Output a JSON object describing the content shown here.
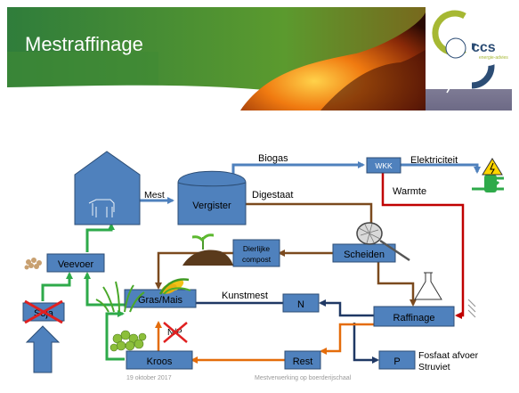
{
  "slide": {
    "title": "Mestraffinage",
    "subtitle": "Cornelissen Consulting Services",
    "logo": {
      "text": "ccs",
      "tagline": "energie-advies"
    },
    "footer": {
      "date": "19 oktober 2017",
      "caption": "Mestverwerking op boerderijschaal"
    }
  },
  "diagram": {
    "nodes": {
      "wkk": "WKK",
      "vergister": "Vergister",
      "scheiden": "Scheiden",
      "dierlijke_compost_1": "Dierlijke",
      "dierlijke_compost_2": "compost",
      "veevoer": "Veevoer",
      "soja": "Soja",
      "gras_mais": "Gras/Mais",
      "n": "N",
      "raffinage": "Raffinage",
      "kroos": "Kroos",
      "rest": "Rest",
      "p": "P"
    },
    "edge_labels": {
      "biogas": "Biogas",
      "elektriciteit": "Elektriciteit",
      "warmte": "Warmte",
      "mest": "Mest",
      "digestaat": "Digestaat",
      "kunstmest": "Kunstmest",
      "np": "N/P",
      "fosfaat_1": "Fosfaat afvoer",
      "fosfaat_2": "Struviet"
    },
    "colors": {
      "node_fill": "#4f81bd",
      "node_stroke": "#2c4d75",
      "blue_flow": "#4f81bd",
      "green_flow": "#2eaa4a",
      "brown_flow": "#7b4a1e",
      "orange_flow": "#e46c0a",
      "red_flow": "#c00000",
      "navy_flow": "#1f3864",
      "cross": "#e02020"
    }
  }
}
